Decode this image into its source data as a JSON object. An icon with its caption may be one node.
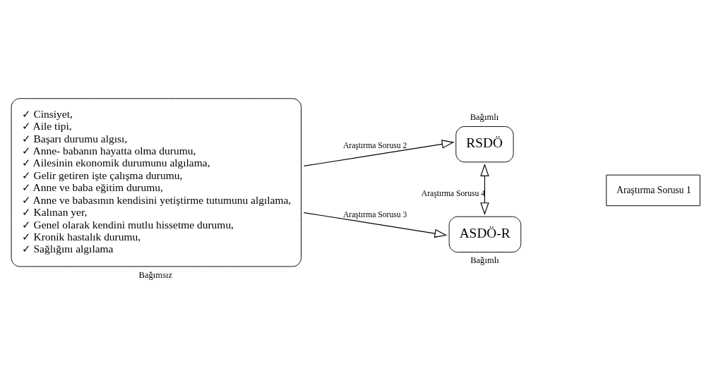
{
  "diagram": {
    "nodes": [
      {
        "text": [
          "✓ Cinsiyet,",
          "✓ Aile tipi,",
          "✓ Başarı durumu algısı,",
          "✓ Anne- babanın hayatta olma durumu,",
          "✓ Ailesinin ekonomik durumunu algılama,",
          "✓ Gelir getiren işte çalışma durumu,",
          "✓ Anne ve baba eğitim durumu,",
          "✓ Anne ve babasının kendisini yetiştirme tutumunu algılama,",
          "✓ Kalınan yer,",
          "✓ Genel olarak kendini mutlu hissetme durumu,",
          "✓ Kronik hastalık durumu,",
          "✓ Sağlığını algılama"
        ],
        "beside": [
          "Bağımsız"
        ]
      },
      {
        "text": [
          "RSDÖ"
        ],
        "beside": [
          "Bağımlı"
        ]
      },
      {
        "text": [
          "ASDÖ-R"
        ],
        "beside": [
          "Bağımlı"
        ]
      },
      {
        "text": [
          "Araştırma Sorusu 1"
        ]
      }
    ],
    "edges": [
      {
        "from": 0,
        "to": 1,
        "arrow": "to",
        "label": "Araştırma Sorusu 2"
      },
      {
        "from": 0,
        "to": 2,
        "arrow": "to",
        "label": "Araştırma Sorusu 3"
      },
      {
        "from": 1,
        "to": 2,
        "arrow": "both",
        "label": "Araştırma Sorusu 4"
      }
    ]
  }
}
